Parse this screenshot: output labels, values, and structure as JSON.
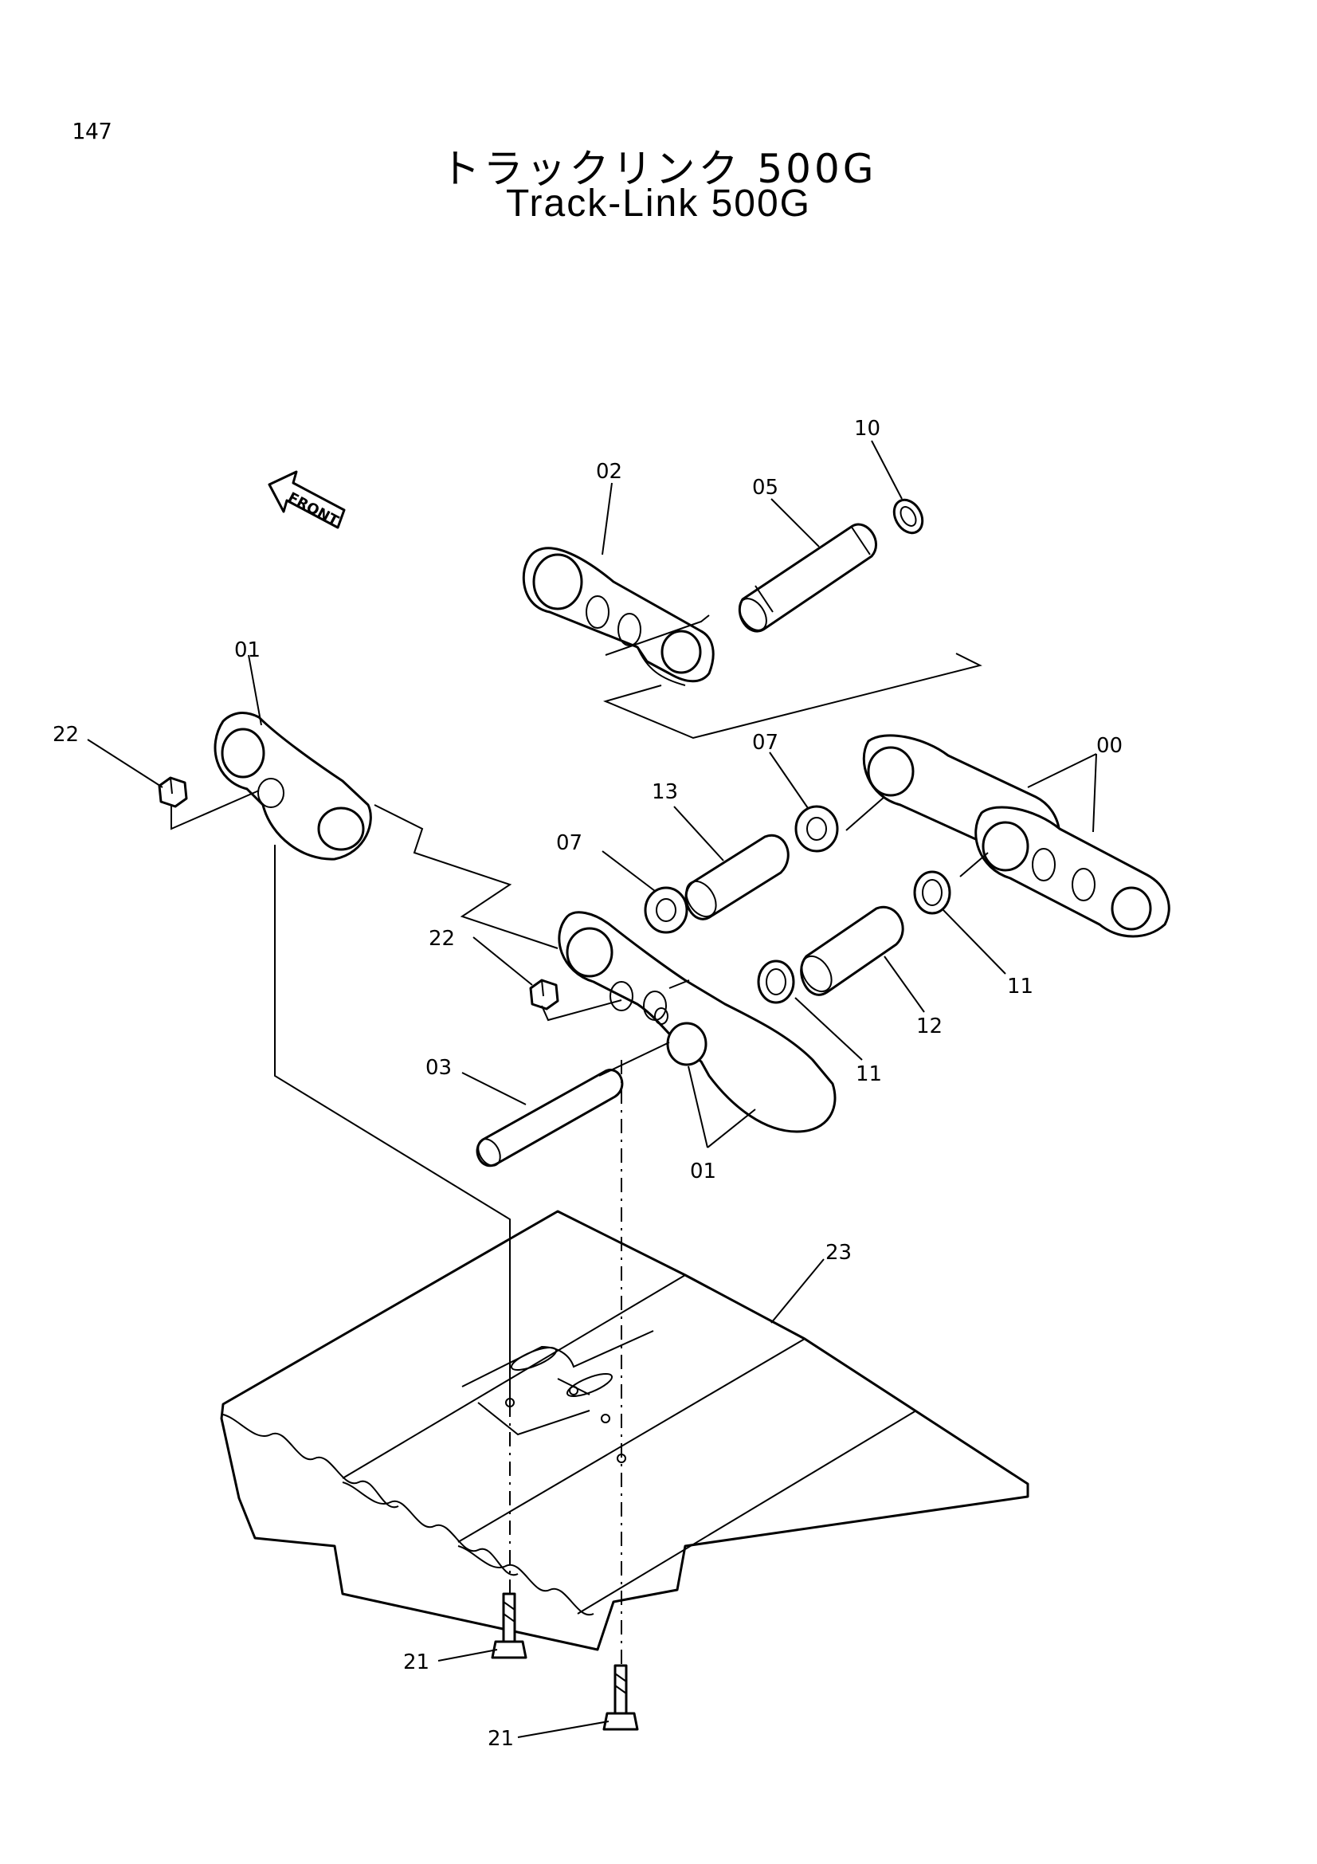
{
  "page_number": "147",
  "title_jp": "トラックリンク 500G",
  "title_en": "Track-Link 500G",
  "front_label": "FRONT",
  "callouts": {
    "c00": "00",
    "c01_top": "01",
    "c01_bottom": "01",
    "c02": "02",
    "c03": "03",
    "c05": "05",
    "c07_upper": "07",
    "c07_lower": "07",
    "c10": "10",
    "c11_right": "11",
    "c11_lower": "11",
    "c12": "12",
    "c13": "13",
    "c21_upper": "21",
    "c21_lower": "21",
    "c22_left": "22",
    "c22_mid": "22",
    "c23": "23"
  }
}
